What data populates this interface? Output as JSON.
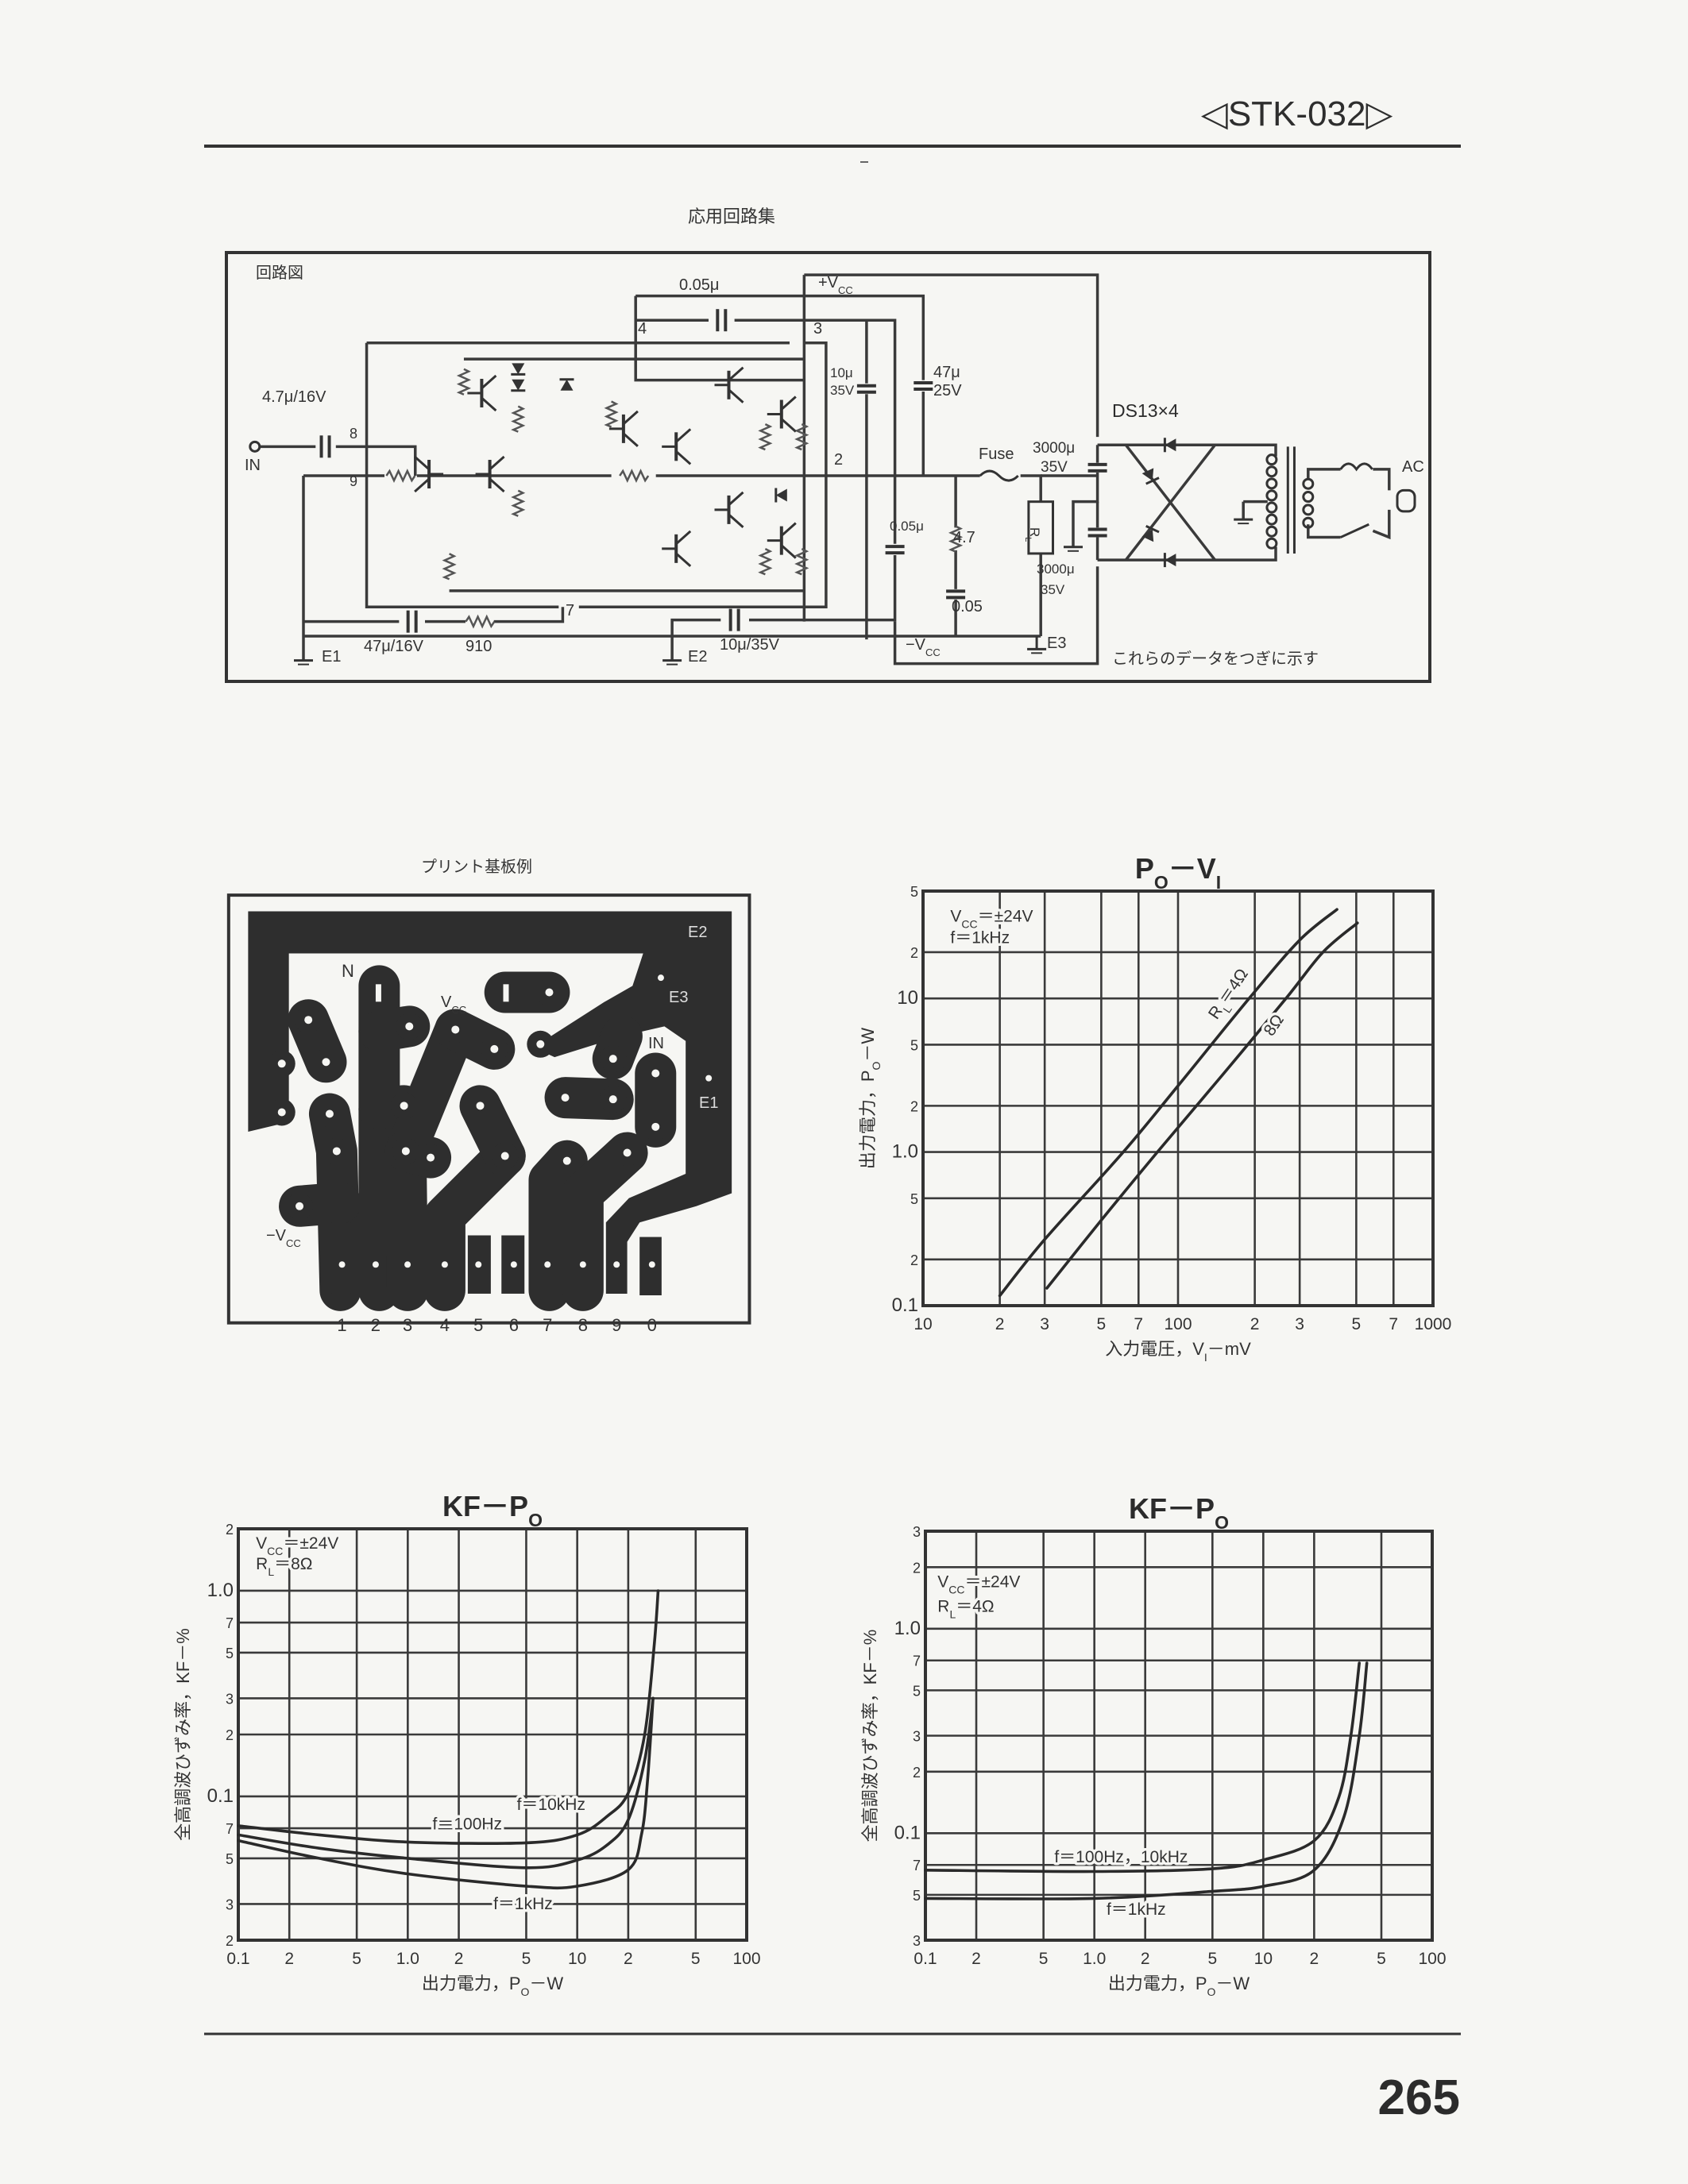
{
  "header": {
    "part_number": "◁STK-032▷"
  },
  "schematic": {
    "section_title": "応用回路集",
    "labels": {
      "box_label": "回路図",
      "c_005u_top": "0.05μ",
      "vcc_plus": [
        {
          "text": "+V"
        },
        {
          "text": "CC",
          "sub": true
        }
      ],
      "pin4": "4",
      "pin3": "3",
      "c10u": "10μ",
      "c10u_v": "35V",
      "c47u": "47μ",
      "c47u_v": "25V",
      "c_in": "4.7μ/16V",
      "pin8": "8",
      "pin9": "9",
      "in": "IN",
      "pin2": "2",
      "fuse": "Fuse",
      "c3000u_top": "3000μ",
      "c3000u_top_v": "35V",
      "bridge": "DS13×4",
      "ac": "AC",
      "c_005u_out": "0.05μ",
      "r_47": "4.7",
      "rl": [
        {
          "text": "R"
        },
        {
          "text": "L",
          "sub": true
        }
      ],
      "c3000u_bot": "3000μ",
      "c3000u_bot_v": "35V",
      "c_005": "0.05",
      "pin7": "7",
      "c47u_fb": "47μ/16V",
      "r910": "910",
      "e1": "E1",
      "e2": "E2",
      "c10u_35": "10μ/35V",
      "vcc_minus": [
        {
          "text": "−V"
        },
        {
          "text": "CC",
          "sub": true
        }
      ],
      "e3": "E3"
    },
    "note": "これらのデータをつぎに示す"
  },
  "pcb": {
    "title": "プリント基板例",
    "labels": {
      "n": "N",
      "vcc": [
        {
          "text": "V"
        },
        {
          "text": "CC",
          "sub": true
        }
      ],
      "vcc_minus": [
        {
          "text": "−V"
        },
        {
          "text": "CC",
          "sub": true
        }
      ],
      "e2": "E2",
      "e3": "E3",
      "in": "IN",
      "e1": "E1"
    },
    "pins": [
      "1",
      "2",
      "3",
      "4",
      "5",
      "6",
      "7",
      "8",
      "9",
      "0"
    ]
  },
  "chart_data": [
    {
      "type": "line",
      "title": [
        {
          "text": "P"
        },
        {
          "text": "O",
          "sub": true
        },
        {
          "text": "－V"
        },
        {
          "text": "I",
          "sub": true
        }
      ],
      "xlabel": [
        {
          "text": "入力電圧，V"
        },
        {
          "text": "I",
          "sub": true
        },
        {
          "text": "－mV"
        }
      ],
      "ylabel": [
        {
          "text": "出力電力，P"
        },
        {
          "text": "O",
          "sub": true
        },
        {
          "text": "－W"
        }
      ],
      "xscale": "log",
      "yscale": "log",
      "xlim": [
        10,
        1000
      ],
      "ylim": [
        0.1,
        50
      ],
      "grid": true,
      "x_ticks": [
        {
          "value": 10,
          "label": "10"
        },
        {
          "value": 20,
          "label": "2"
        },
        {
          "value": 30,
          "label": "3"
        },
        {
          "value": 50,
          "label": "5"
        },
        {
          "value": 70,
          "label": "7"
        },
        {
          "value": 100,
          "label": "100"
        },
        {
          "value": 200,
          "label": "2"
        },
        {
          "value": 300,
          "label": "3"
        },
        {
          "value": 500,
          "label": "5"
        },
        {
          "value": 700,
          "label": "7"
        },
        {
          "value": 1000,
          "label": "1000"
        }
      ],
      "y_ticks": [
        {
          "value": 0.1,
          "label": "0.1"
        },
        {
          "value": 0.2,
          "label": "2"
        },
        {
          "value": 0.5,
          "label": "5"
        },
        {
          "value": 1,
          "label": "1.0"
        },
        {
          "value": 2,
          "label": "2"
        },
        {
          "value": 5,
          "label": "5"
        },
        {
          "value": 10,
          "label": "10"
        },
        {
          "value": 20,
          "label": "2"
        },
        {
          "value": 50,
          "label": "5"
        }
      ],
      "conditions": [
        [
          {
            "text": "V"
          },
          {
            "text": "CC",
            "sub": true
          },
          {
            "text": "＝±24V"
          }
        ],
        [
          {
            "text": "f＝1kHz"
          }
        ]
      ],
      "series": [
        {
          "label": [
            {
              "text": "R"
            },
            {
              "text": "L",
              "sub": true
            },
            {
              "text": "＝4Ω"
            }
          ],
          "points": [
            [
              20,
              0.116
            ],
            [
              30,
              0.27
            ],
            [
              61,
              1.0
            ],
            [
              100,
              2.7
            ],
            [
              190,
              10
            ],
            [
              300,
              24
            ],
            [
              420,
              38
            ]
          ]
        },
        {
          "label": [
            {
              "text": "8Ω"
            }
          ],
          "points": [
            [
              30.6,
              0.13
            ],
            [
              50,
              0.36
            ],
            [
              83,
              1.0
            ],
            [
              150,
              3.2
            ],
            [
              265,
              10
            ],
            [
              370,
              20
            ],
            [
              505,
              31
            ]
          ]
        }
      ]
    },
    {
      "type": "line",
      "title": [
        {
          "text": "KF－P"
        },
        {
          "text": "O",
          "sub": true
        }
      ],
      "xlabel": [
        {
          "text": "出力電力，P"
        },
        {
          "text": "O",
          "sub": true
        },
        {
          "text": "－W"
        }
      ],
      "ylabel": [
        {
          "text": "全高調波ひずみ率，KF－%"
        }
      ],
      "xscale": "log",
      "yscale": "log",
      "xlim": [
        0.1,
        100
      ],
      "ylim": [
        0.02,
        2
      ],
      "grid": true,
      "x_ticks": [
        {
          "value": 0.1,
          "label": "0.1"
        },
        {
          "value": 0.2,
          "label": "2"
        },
        {
          "value": 0.5,
          "label": "5"
        },
        {
          "value": 1,
          "label": "1.0"
        },
        {
          "value": 2,
          "label": "2"
        },
        {
          "value": 5,
          "label": "5"
        },
        {
          "value": 10,
          "label": "10"
        },
        {
          "value": 20,
          "label": "2"
        },
        {
          "value": 50,
          "label": "5"
        },
        {
          "value": 100,
          "label": "100"
        }
      ],
      "y_ticks": [
        {
          "value": 0.02,
          "label": "2"
        },
        {
          "value": 0.03,
          "label": "3"
        },
        {
          "value": 0.05,
          "label": "5"
        },
        {
          "value": 0.07,
          "label": "7"
        },
        {
          "value": 0.1,
          "label": "0.1"
        },
        {
          "value": 0.2,
          "label": "2"
        },
        {
          "value": 0.3,
          "label": "3"
        },
        {
          "value": 0.5,
          "label": "5"
        },
        {
          "value": 0.7,
          "label": "7"
        },
        {
          "value": 1,
          "label": "1.0"
        },
        {
          "value": 2,
          "label": "2"
        }
      ],
      "conditions": [
        [
          {
            "text": "V"
          },
          {
            "text": "CC",
            "sub": true
          },
          {
            "text": "＝±24V"
          }
        ],
        [
          {
            "text": "R"
          },
          {
            "text": "L",
            "sub": true
          },
          {
            "text": "＝8Ω"
          }
        ]
      ],
      "series": [
        {
          "label": [
            {
              "text": "f＝10kHz"
            }
          ],
          "points": [
            [
              0.1,
              0.072
            ],
            [
              0.3,
              0.065
            ],
            [
              1,
              0.06
            ],
            [
              5,
              0.0595
            ],
            [
              10,
              0.065
            ],
            [
              15,
              0.08
            ],
            [
              20,
              0.104
            ],
            [
              25,
              0.2
            ],
            [
              28.5,
              0.55
            ],
            [
              30,
              1.0
            ]
          ]
        },
        {
          "label": [
            {
              "text": "f＝100Hz"
            }
          ],
          "points": [
            [
              0.1,
              0.065
            ],
            [
              0.3,
              0.056
            ],
            [
              1,
              0.05
            ],
            [
              5,
              0.045
            ],
            [
              10,
              0.049
            ],
            [
              15,
              0.058
            ],
            [
              20,
              0.077
            ],
            [
              25,
              0.15
            ],
            [
              28,
              0.3
            ]
          ]
        },
        {
          "label": [
            {
              "text": "f＝1kHz"
            }
          ],
          "points": [
            [
              0.1,
              0.061
            ],
            [
              0.3,
              0.05
            ],
            [
              1,
              0.042
            ],
            [
              5,
              0.0366
            ],
            [
              10,
              0.0366
            ],
            [
              20,
              0.044
            ],
            [
              24,
              0.066
            ],
            [
              26,
              0.12
            ],
            [
              28,
              0.3
            ]
          ]
        }
      ]
    },
    {
      "type": "line",
      "title": [
        {
          "text": "KF－P"
        },
        {
          "text": "O",
          "sub": true
        }
      ],
      "xlabel": [
        {
          "text": "出力電力，P"
        },
        {
          "text": "O",
          "sub": true
        },
        {
          "text": "－W"
        }
      ],
      "ylabel": [
        {
          "text": "全高調波ひずみ率，KF－%"
        }
      ],
      "xscale": "log",
      "yscale": "log",
      "xlim": [
        0.1,
        100
      ],
      "ylim": [
        0.03,
        3
      ],
      "grid": true,
      "x_ticks": [
        {
          "value": 0.1,
          "label": "0.1"
        },
        {
          "value": 0.2,
          "label": "2"
        },
        {
          "value": 0.5,
          "label": "5"
        },
        {
          "value": 1,
          "label": "1.0"
        },
        {
          "value": 2,
          "label": "2"
        },
        {
          "value": 5,
          "label": "5"
        },
        {
          "value": 10,
          "label": "10"
        },
        {
          "value": 20,
          "label": "2"
        },
        {
          "value": 50,
          "label": "5"
        },
        {
          "value": 100,
          "label": "100"
        }
      ],
      "y_ticks": [
        {
          "value": 0.03,
          "label": "3"
        },
        {
          "value": 0.05,
          "label": "5"
        },
        {
          "value": 0.07,
          "label": "7"
        },
        {
          "value": 0.1,
          "label": "0.1"
        },
        {
          "value": 0.2,
          "label": "2"
        },
        {
          "value": 0.3,
          "label": "3"
        },
        {
          "value": 0.5,
          "label": "5"
        },
        {
          "value": 0.7,
          "label": "7"
        },
        {
          "value": 1,
          "label": "1.0"
        },
        {
          "value": 2,
          "label": "2"
        },
        {
          "value": 3,
          "label": "3"
        }
      ],
      "conditions": [
        [
          {
            "text": "V"
          },
          {
            "text": "CC",
            "sub": true
          },
          {
            "text": "＝±24V"
          }
        ],
        [
          {
            "text": "R"
          },
          {
            "text": "L",
            "sub": true
          },
          {
            "text": "＝4Ω"
          }
        ]
      ],
      "series": [
        {
          "label": [
            {
              "text": "f＝100Hz，10kHz"
            }
          ],
          "points": [
            [
              0.1,
              0.066
            ],
            [
              1,
              0.065
            ],
            [
              5,
              0.067
            ],
            [
              10,
              0.074
            ],
            [
              20,
              0.092
            ],
            [
              28,
              0.15
            ],
            [
              33,
              0.3
            ],
            [
              37,
              0.68
            ]
          ]
        },
        {
          "label": [
            {
              "text": "f＝1kHz"
            }
          ],
          "points": [
            [
              0.1,
              0.048
            ],
            [
              1,
              0.048
            ],
            [
              5,
              0.052
            ],
            [
              10,
              0.055
            ],
            [
              20,
              0.066
            ],
            [
              30,
              0.12
            ],
            [
              37,
              0.3
            ],
            [
              41,
              0.68
            ]
          ]
        }
      ]
    }
  ],
  "footer": {
    "page_number": "265"
  }
}
